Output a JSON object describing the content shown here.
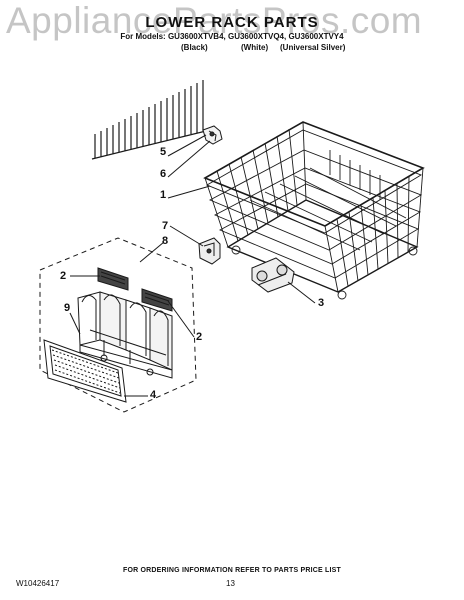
{
  "watermark": "AppliancePartsPros.com",
  "title": "LOWER RACK PARTS",
  "models_line": "For Models: GU3600XTVB4, GU3600XTVQ4, GU3600XTVY4",
  "colors": [
    "(Black)",
    "(White)",
    "(Universal Silver)"
  ],
  "callouts": [
    "5",
    "6",
    "1",
    "7",
    "8",
    "2",
    "9",
    "2",
    "3",
    "4"
  ],
  "footer": {
    "note": "FOR ORDERING INFORMATION REFER TO PARTS PRICE LIST",
    "doc_number": "W10426417",
    "page_number": "13"
  },
  "colors_palette": {
    "line": "#1a1a1a",
    "watermark": "#969696"
  }
}
